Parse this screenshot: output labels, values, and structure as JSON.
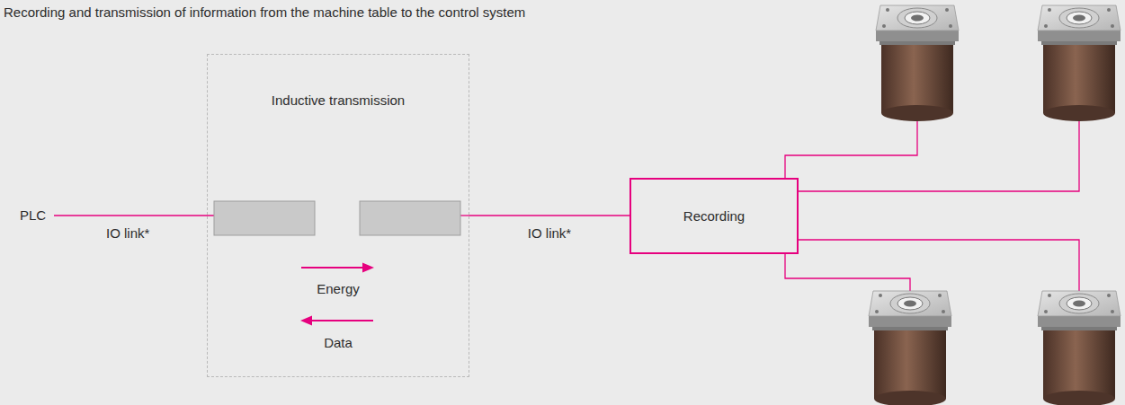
{
  "diagram": {
    "title": "Recording and transmission of information from the machine table to the control system",
    "nodes": [
      {
        "text": [
          "Inductive transmission",
          "Energy",
          "Data"
        ]
      },
      {
        "text": [
          "Recording"
        ]
      }
    ],
    "edges": [
      {
        "from": 0,
        "to": 1,
        "arrow": "none",
        "label": "IO link*"
      }
    ],
    "labels": [
      "PLC",
      "IO link*"
    ]
  }
}
